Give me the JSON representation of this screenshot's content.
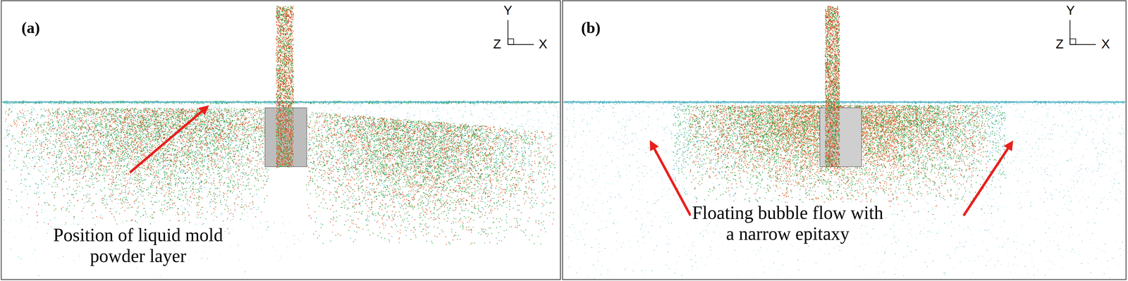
{
  "diagram": {
    "labels": [
      "(a)",
      "Y",
      "Z",
      "X",
      "Position of liquid mold powder layer",
      "(b)",
      "Y",
      "Z",
      "X",
      "Floating bubble flow with a narrow epitaxy"
    ]
  }
}
